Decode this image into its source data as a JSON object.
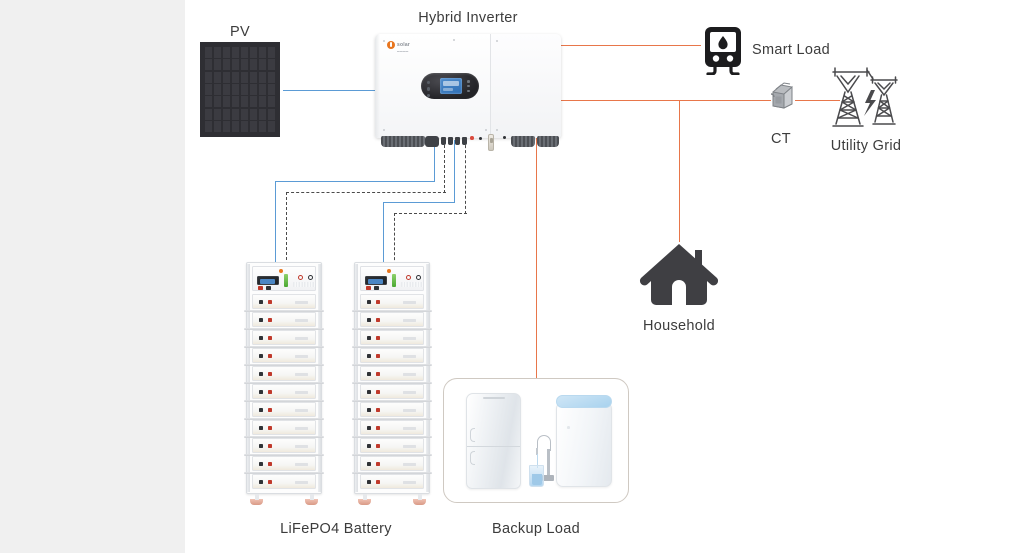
{
  "diagram": {
    "title": "Hybrid solar energy storage system diagram",
    "background_color": "#f0f0f0",
    "canvas_color": "#ffffff"
  },
  "colors": {
    "dc_wire_blue": "#5b9bd5",
    "ac_wire_orange": "#e8764a",
    "comm_wire_dashed": "#4a4a4a",
    "label_text": "#3c3c3c",
    "brand_orange": "#e8761f",
    "icon_dark": "#3f3f43"
  },
  "labels": {
    "pv": "PV",
    "hybrid_inverter": "Hybrid  Inverter",
    "smart_load": "Smart Load",
    "ct": "CT",
    "utility_grid": "Utility Grid",
    "household": "Household",
    "battery": "LiFePO4 Battery",
    "backup_load": "Backup Load"
  },
  "components": {
    "pv_panel": {
      "name": "PV",
      "cell_columns": 8,
      "cell_rows": 7
    },
    "inverter": {
      "name": "Hybrid Inverter",
      "brand_mark": "orange-circle-logo",
      "display": "blue-lcd-screen",
      "sections": 2
    },
    "battery_racks": {
      "count": 2,
      "name": "LiFePO4 Battery",
      "modules_per_rack": 12,
      "has_bms_head_unit": true
    },
    "backup_load": {
      "name": "Backup Load",
      "appliances": [
        "refrigerator",
        "faucet-and-glass",
        "water-purifier"
      ]
    },
    "smart_load": {
      "name": "Smart Load",
      "icon": "water-heater-flame-icon"
    },
    "ct": {
      "name": "CT",
      "icon": "current-transformer-clamp-icon"
    },
    "utility_grid": {
      "name": "Utility Grid",
      "icon": "transmission-towers-icon",
      "tower_count": 2
    },
    "household": {
      "name": "Household",
      "icon": "house-icon"
    }
  },
  "connections": [
    {
      "from": "PV",
      "to": "Hybrid Inverter",
      "type": "dc",
      "style": "solid",
      "color": "#5b9bd5"
    },
    {
      "from": "Hybrid Inverter",
      "to": "LiFePO4 Battery",
      "type": "dc",
      "style": "solid",
      "color": "#5b9bd5"
    },
    {
      "from": "Hybrid Inverter",
      "to": "LiFePO4 Battery",
      "type": "communication",
      "style": "dashed",
      "color": "#4a4a4a"
    },
    {
      "from": "Hybrid Inverter",
      "to": "Backup Load",
      "type": "ac",
      "style": "solid",
      "color": "#e8764a"
    },
    {
      "from": "Hybrid Inverter",
      "to": "Smart Load",
      "type": "ac",
      "style": "solid",
      "color": "#e8764a"
    },
    {
      "from": "Hybrid Inverter",
      "to": "CT",
      "type": "ac",
      "style": "solid",
      "color": "#e8764a"
    },
    {
      "from": "CT",
      "to": "Utility Grid",
      "type": "ac",
      "style": "solid",
      "color": "#e8764a"
    },
    {
      "from": "Hybrid Inverter",
      "to": "Household",
      "type": "ac",
      "style": "solid",
      "color": "#e8764a"
    }
  ]
}
